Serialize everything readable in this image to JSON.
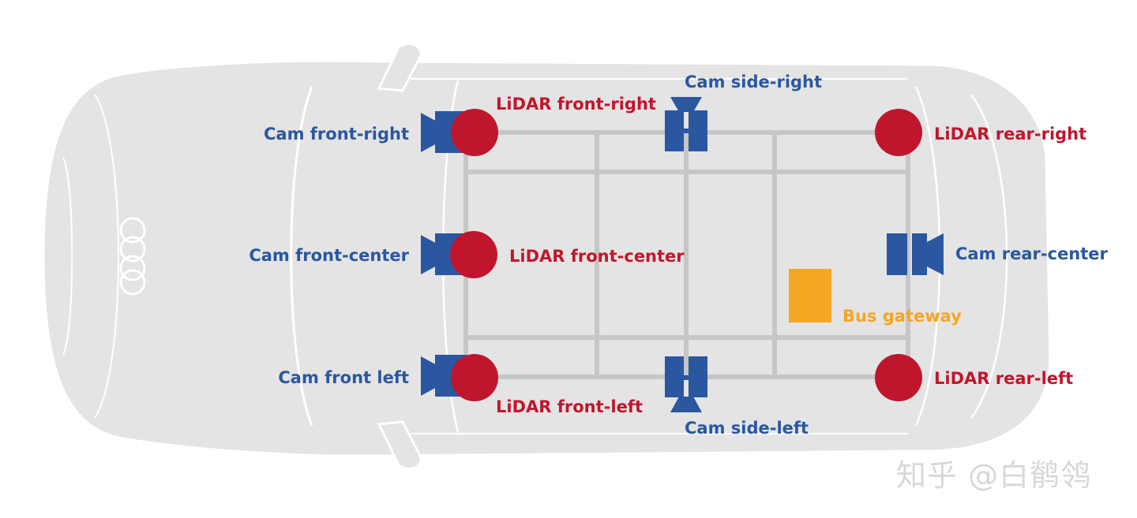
{
  "colors": {
    "camera": "#2a57a0",
    "lidar": "#c0162d",
    "gateway": "#f5a623",
    "frame": "#c6c6c6",
    "car_body": "#e4e4e4",
    "car_outline": "#ffffff"
  },
  "labels": {
    "cam_front_right": "Cam front-right",
    "cam_front_center": "Cam front-center",
    "cam_front_left": "Cam front left",
    "cam_side_right": "Cam side-right",
    "cam_side_left": "Cam side-left",
    "cam_rear_center": "Cam rear-center",
    "lidar_front_right": "LiDAR front-right",
    "lidar_front_center": "LiDAR front-center",
    "lidar_front_left": "LiDAR front-left",
    "lidar_rear_right": "LiDAR rear-right",
    "lidar_rear_left": "LiDAR rear-left",
    "bus_gateway": "Bus gateway"
  },
  "watermark": "知乎 @白鹡鸰"
}
